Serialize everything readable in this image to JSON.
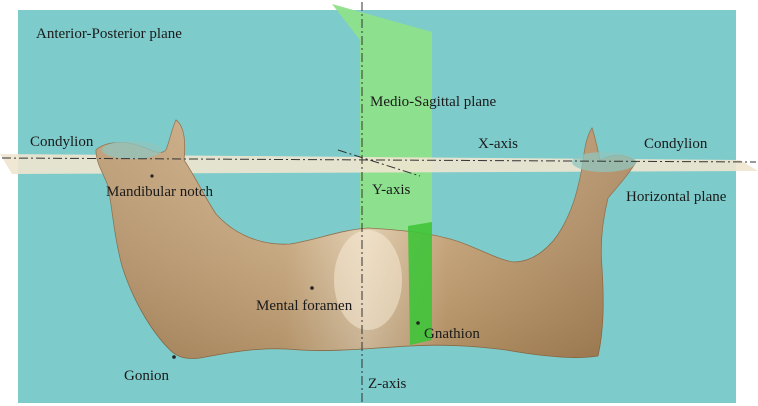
{
  "labels": {
    "anterior_posterior_plane": "Anterior-Posterior plane",
    "medio_sagittal_plane": "Medio-Sagittal plane",
    "condylion_left": "Condylion",
    "condylion_right": "Condylion",
    "x_axis": "X-axis",
    "y_axis": "Y-axis",
    "z_axis": "Z-axis",
    "mandibular_notch": "Mandibular notch",
    "horizontal_plane": "Horizontal plane",
    "mental_foramen": "Mental foramen",
    "gnathion": "Gnathion",
    "gonion": "Gonion"
  },
  "colors": {
    "anterior_posterior_plane": "#7ecbcb",
    "medio_sagittal_plane": "#8ee08a",
    "horizontal_plane": "#efe6cf",
    "mandible": "#c9a77b",
    "axis_line": "#333333"
  }
}
